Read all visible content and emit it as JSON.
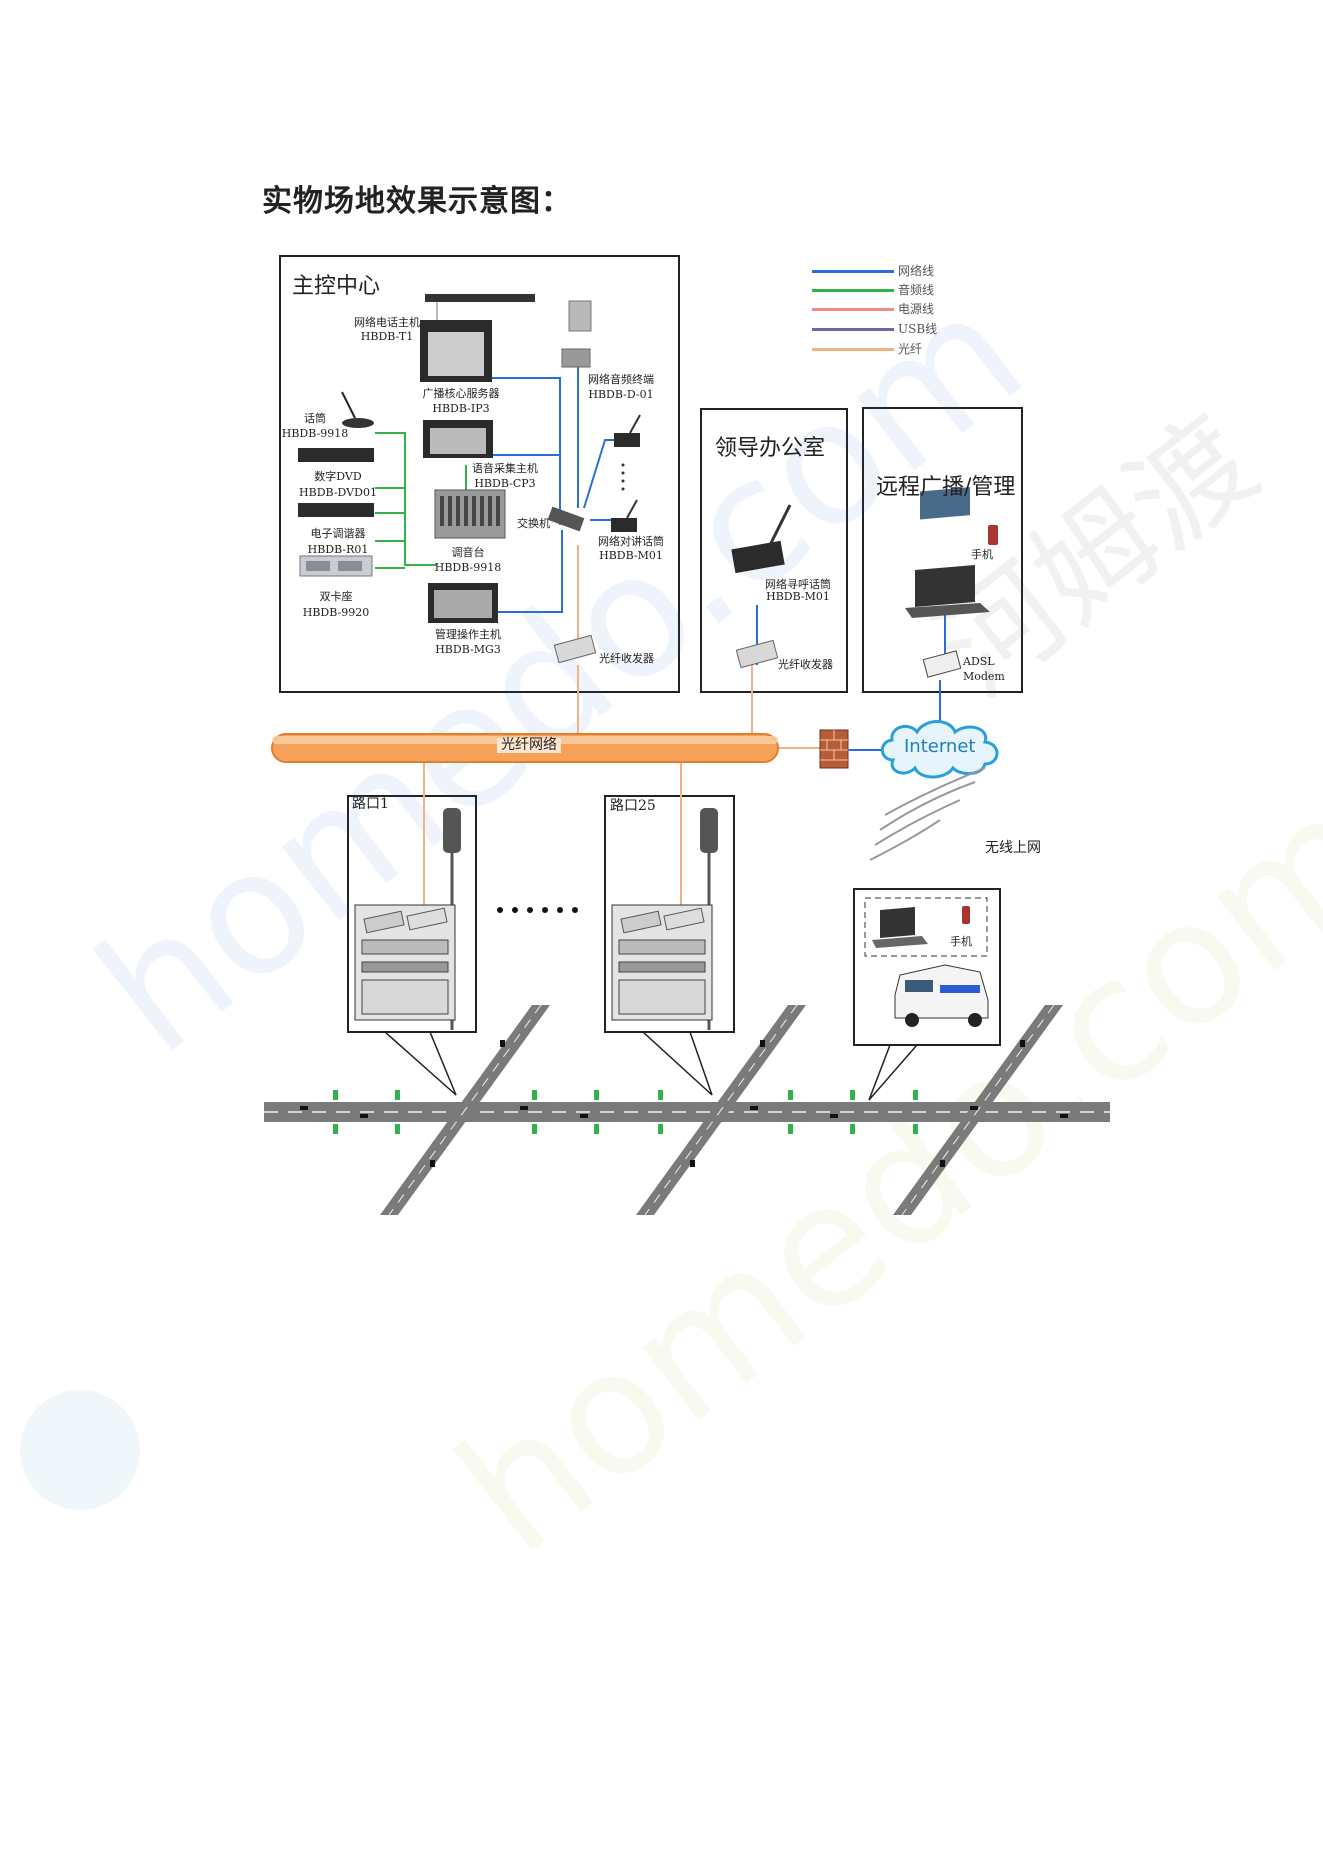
{
  "heading": "实物场地效果示意图：",
  "legend": [
    {
      "label": "网络线",
      "color": "#2a6fd6"
    },
    {
      "label": "音频线",
      "color": "#33b24a"
    },
    {
      "label": "电源线",
      "color": "#f08a8a"
    },
    {
      "label": "USB线",
      "color": "#6a6aa6"
    },
    {
      "label": "光纤",
      "color": "#f4b183"
    }
  ],
  "control_center": {
    "title": "主控中心",
    "phone_host": {
      "name": "网络电话主机",
      "model": "HBDB-T1"
    },
    "core_server": {
      "name": "广播核心服务器",
      "model": "HBDB-IP3"
    },
    "mic": {
      "name": "话筒",
      "model": "HBDB-9918"
    },
    "dvd": {
      "name": "数字DVD",
      "model": "HBDB-DVD01"
    },
    "tuner": {
      "name": "电子调谐器",
      "model": "HBDB-R01"
    },
    "card_deck": {
      "name": "双卡座",
      "model": "HBDB-9920"
    },
    "voice_host": {
      "name": "语音采集主机",
      "model": "HBDB-CP3"
    },
    "mixer": {
      "name": "调音台",
      "model": "HBDB-9918"
    },
    "mgmt_host": {
      "name": "管理操作主机",
      "model": "HBDB-MG3"
    },
    "switch": "交换机",
    "audio_terminal": {
      "name": "网络音频终端",
      "model": "HBDB-D-01"
    },
    "talkback_mic": {
      "name": "网络对讲话筒",
      "model": "HBDB-M01"
    },
    "fiber_transceiver": "光纤收发器"
  },
  "leader_office": {
    "title": "领导办公室",
    "paging_mic": {
      "name": "网络寻呼话筒",
      "model": "HBDB-M01"
    },
    "fiber_transceiver": "光纤收发器"
  },
  "remote": {
    "title": "远程广播/管理",
    "phone": "手机",
    "modem": {
      "name": "ADSL",
      "model": "Modem"
    }
  },
  "fiber_network": "光纤网络",
  "internet": "Internet",
  "wireless": "无线上网",
  "intersection_1": "路口1",
  "intersection_25": "路口25",
  "ellipsis": "……",
  "vehicle_phone": "手机"
}
